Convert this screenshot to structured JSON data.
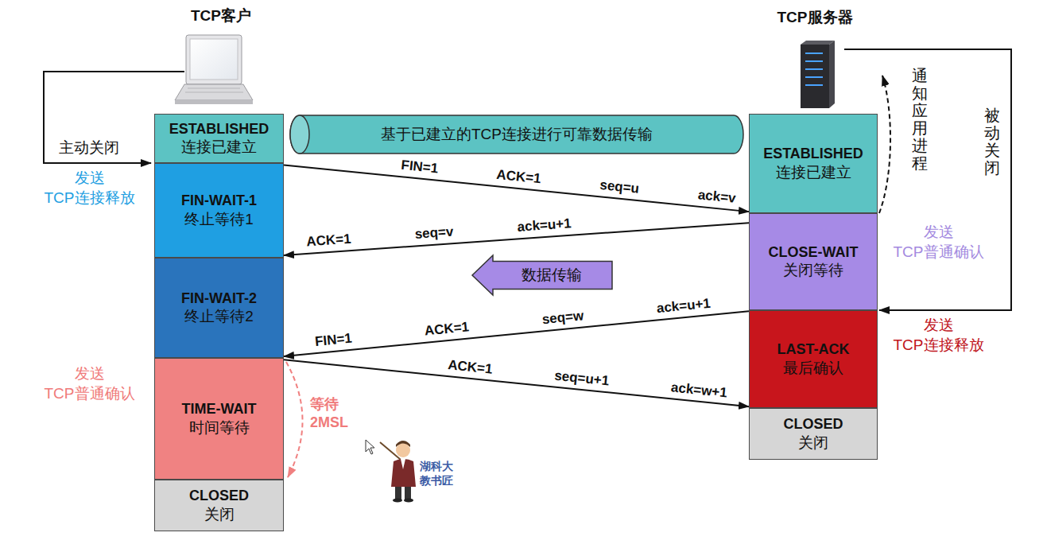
{
  "diagram": {
    "nodes": [
      {
        "text": [
          "ESTABLISHED",
          "连接已建立"
        ]
      },
      {
        "text": [
          "FIN-WAIT-1",
          "终止等待1"
        ]
      },
      {
        "text": [
          "FIN-WAIT-2",
          "终止等待2"
        ]
      },
      {
        "text": [
          "TIME-WAIT",
          "时间等待"
        ]
      },
      {
        "text": [
          "CLOSED",
          "关闭"
        ]
      },
      {
        "text": [
          "基于已建立的TCP连接进行可靠数据传输"
        ]
      },
      {
        "text": [
          "ESTABLISHED",
          "连接已建立"
        ]
      },
      {
        "text": [
          "CLOSE-WAIT",
          "关闭等待"
        ]
      },
      {
        "text": [
          "数据传输"
        ]
      },
      {
        "text": [
          "LAST-ACK",
          "最后确认"
        ]
      },
      {
        "text": [
          "CLOSED",
          "关闭"
        ]
      }
    ],
    "edges": [
      {
        "from": 1,
        "to": 6,
        "label": "FIN=1 ACK=1 seq=u ack=v",
        "arrow": "to"
      },
      {
        "from": 7,
        "to": 1,
        "label": "ACK=1 seq=v ack=u+1",
        "arrow": "to"
      },
      {
        "from": 9,
        "to": 2,
        "label": "FIN=1 ACK=1 seq=w ack=u+1",
        "arrow": "to"
      },
      {
        "from": 3,
        "to": 9,
        "label": "ACK=1 seq=u+1 ack=w+1",
        "arrow": "to"
      }
    ],
    "labels": [
      "TCP客户",
      "TCP服务器",
      "通知应用进程",
      "被动关闭",
      "主动关闭",
      "发送 TCP连接释放",
      "发送 TCP普通确认",
      "发送 TCP连接释放",
      "发送 TCP普通确认",
      "等待 2MSL",
      "湖科大 教书匠"
    ]
  }
}
